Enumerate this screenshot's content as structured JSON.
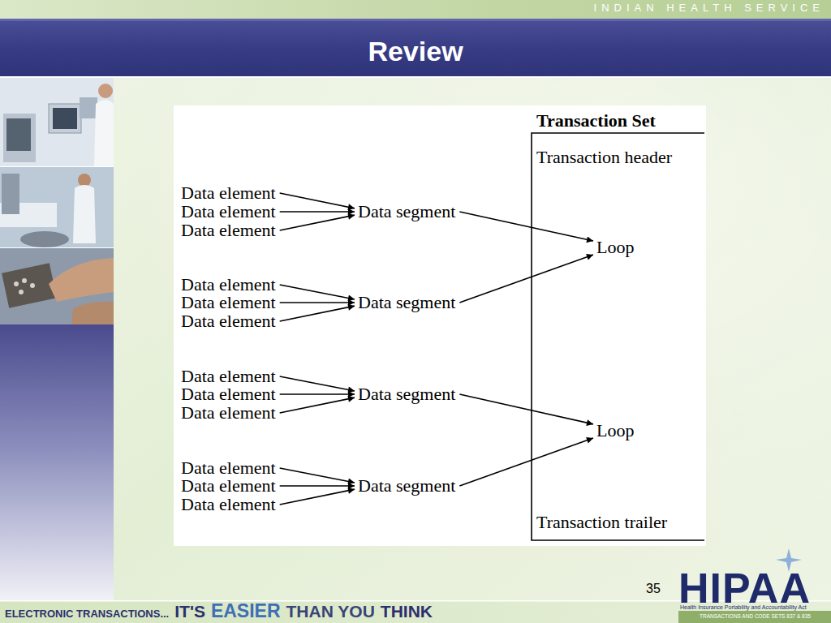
{
  "diagram": {
    "title": "Review",
    "nodes": [
      {
        "text": [
          "Data element"
        ]
      },
      {
        "text": [
          "Data element"
        ]
      },
      {
        "text": [
          "Data element"
        ]
      },
      {
        "text": [
          "Data segment"
        ]
      },
      {
        "text": [
          "Loop"
        ]
      },
      {
        "text": [
          "Data element"
        ]
      },
      {
        "text": [
          "Data element"
        ]
      },
      {
        "text": [
          "Data element"
        ]
      },
      {
        "text": [
          "Data segment"
        ]
      },
      {
        "text": [
          "Data element"
        ]
      },
      {
        "text": [
          "Data element"
        ]
      },
      {
        "text": [
          "Data element"
        ]
      },
      {
        "text": [
          "Data segment"
        ]
      },
      {
        "text": [
          "Loop"
        ]
      },
      {
        "text": [
          "Data element"
        ]
      },
      {
        "text": [
          "Data element"
        ]
      },
      {
        "text": [
          "Data element"
        ]
      },
      {
        "text": [
          "Data segment"
        ]
      }
    ],
    "edges": [
      {
        "from": 0,
        "to": 3,
        "arrow": "to"
      },
      {
        "from": 1,
        "to": 3,
        "arrow": "to"
      },
      {
        "from": 2,
        "to": 3,
        "arrow": "to"
      },
      {
        "from": 3,
        "to": 4,
        "arrow": "to"
      },
      {
        "from": 5,
        "to": 8,
        "arrow": "to"
      },
      {
        "from": 6,
        "to": 8,
        "arrow": "to"
      },
      {
        "from": 7,
        "to": 8,
        "arrow": "to"
      },
      {
        "from": 8,
        "to": 4,
        "arrow": "to"
      },
      {
        "from": 9,
        "to": 12,
        "arrow": "to"
      },
      {
        "from": 10,
        "to": 12,
        "arrow": "to"
      },
      {
        "from": 11,
        "to": 12,
        "arrow": "to"
      },
      {
        "from": 12,
        "to": 13,
        "arrow": "to"
      },
      {
        "from": 14,
        "to": 17,
        "arrow": "to"
      },
      {
        "from": 15,
        "to": 17,
        "arrow": "to"
      },
      {
        "from": 16,
        "to": 17,
        "arrow": "to"
      },
      {
        "from": 17,
        "to": 13,
        "arrow": "to"
      }
    ],
    "labels": [
      "INDIAN HEALTH SERVICE",
      "Transaction Set",
      "Transaction header",
      "Transaction trailer",
      "35",
      "HIPAA",
      "Health Insurance Portability and Accountability Act",
      "TRANSACTIONS AND CODE SETS 837 & 835",
      "ELECTRONIC TRANSACTIONS...",
      "IT'S",
      "EASIER",
      "THAN YOU",
      "THINK"
    ]
  }
}
